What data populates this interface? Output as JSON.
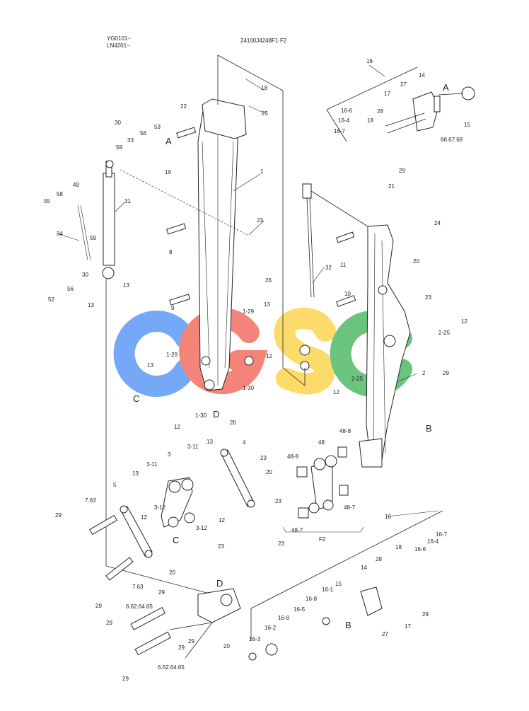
{
  "header": {
    "serial_line1": "YG0101~",
    "serial_line2": "LN4201~",
    "drawing_number": "24100J4248F1·F2"
  },
  "watermark": {
    "letters": [
      "C",
      "G",
      "S",
      "C"
    ],
    "colors": [
      "#6aa2f7",
      "#f47a6f",
      "#fcd85e",
      "#5fbf72"
    ]
  },
  "callouts": {
    "A": "A",
    "B": "B",
    "C": "C",
    "D": "D",
    "F2": "F2"
  },
  "labels": [
    {
      "id": "p16_top",
      "text": "16"
    },
    {
      "id": "p14_top",
      "text": "14"
    },
    {
      "id": "p27_top",
      "text": "27"
    },
    {
      "id": "p17_top",
      "text": "17"
    },
    {
      "id": "p28_top",
      "text": "28"
    },
    {
      "id": "p18_top",
      "text": "18"
    },
    {
      "id": "p16_6_top",
      "text": "16-6"
    },
    {
      "id": "p16_4_top",
      "text": "16-4"
    },
    {
      "id": "p16_7_top",
      "text": "16-7"
    },
    {
      "id": "p15_top",
      "text": "15"
    },
    {
      "id": "p66_top",
      "text": "66.67.68"
    },
    {
      "id": "p29_top",
      "text": "29"
    },
    {
      "id": "p18b",
      "text": "18"
    },
    {
      "id": "p25",
      "text": "25"
    },
    {
      "id": "p22",
      "text": "22"
    },
    {
      "id": "p1",
      "text": "1"
    },
    {
      "id": "p19",
      "text": "19"
    },
    {
      "id": "p23a",
      "text": "23"
    },
    {
      "id": "p8",
      "text": "8"
    },
    {
      "id": "p26",
      "text": "26"
    },
    {
      "id": "p9",
      "text": "9"
    },
    {
      "id": "p1_29a",
      "text": "1-29"
    },
    {
      "id": "p13a",
      "text": "13"
    },
    {
      "id": "p12a",
      "text": "12"
    },
    {
      "id": "p1_30a",
      "text": "1-30"
    },
    {
      "id": "p1_29b",
      "text": "1-29"
    },
    {
      "id": "p13b",
      "text": "13"
    },
    {
      "id": "p12b",
      "text": "12"
    },
    {
      "id": "p1_30b",
      "text": "1-30"
    },
    {
      "id": "p30a",
      "text": "30"
    },
    {
      "id": "p59a",
      "text": "59"
    },
    {
      "id": "p33",
      "text": "33"
    },
    {
      "id": "p56a",
      "text": "56"
    },
    {
      "id": "p53",
      "text": "53"
    },
    {
      "id": "p49",
      "text": "49"
    },
    {
      "id": "p58",
      "text": "58"
    },
    {
      "id": "p55",
      "text": "55"
    },
    {
      "id": "p31",
      "text": "31"
    },
    {
      "id": "p34",
      "text": "34"
    },
    {
      "id": "p59b",
      "text": "59"
    },
    {
      "id": "p30b",
      "text": "30"
    },
    {
      "id": "p52",
      "text": "52"
    },
    {
      "id": "p56b",
      "text": "56"
    },
    {
      "id": "p13c",
      "text": "13"
    },
    {
      "id": "p13d",
      "text": "13"
    },
    {
      "id": "p21",
      "text": "21"
    },
    {
      "id": "p24",
      "text": "24"
    },
    {
      "id": "p11",
      "text": "11"
    },
    {
      "id": "p32",
      "text": "32"
    },
    {
      "id": "p20a",
      "text": "20"
    },
    {
      "id": "p10",
      "text": "10"
    },
    {
      "id": "p23b",
      "text": "23"
    },
    {
      "id": "p12c",
      "text": "12"
    },
    {
      "id": "p2_25a",
      "text": "2-25"
    },
    {
      "id": "p29b",
      "text": "29"
    },
    {
      "id": "p2_25b",
      "text": "2-25"
    },
    {
      "id": "p2",
      "text": "2"
    },
    {
      "id": "p12d",
      "text": "12"
    },
    {
      "id": "p20b",
      "text": "20"
    },
    {
      "id": "p13e",
      "text": "13"
    },
    {
      "id": "p4",
      "text": "4"
    },
    {
      "id": "p3_11a",
      "text": "3-11"
    },
    {
      "id": "p3",
      "text": "3"
    },
    {
      "id": "p23c",
      "text": "23"
    },
    {
      "id": "p20c",
      "text": "20"
    },
    {
      "id": "p48_8a",
      "text": "48-8"
    },
    {
      "id": "p48",
      "text": "48"
    },
    {
      "id": "p48_8b",
      "text": "48-8"
    },
    {
      "id": "p3_11b",
      "text": "3-11"
    },
    {
      "id": "p13f",
      "text": "13"
    },
    {
      "id": "p5",
      "text": "5"
    },
    {
      "id": "p23d",
      "text": "23"
    },
    {
      "id": "p48_7a",
      "text": "48-7"
    },
    {
      "id": "p48_7b",
      "text": "48-7"
    },
    {
      "id": "p7_63a",
      "text": "7.63"
    },
    {
      "id": "p29c",
      "text": "29"
    },
    {
      "id": "p12e",
      "text": "12"
    },
    {
      "id": "p3_12a",
      "text": "3-12"
    },
    {
      "id": "p3_12b",
      "text": "3-12"
    },
    {
      "id": "p12f",
      "text": "12"
    },
    {
      "id": "p16_bot",
      "text": "16"
    },
    {
      "id": "p16_7_bot",
      "text": "16-7"
    },
    {
      "id": "p16_4_bot",
      "text": "16-4"
    },
    {
      "id": "p16_6_bot",
      "text": "16-6"
    },
    {
      "id": "p23e",
      "text": "23"
    },
    {
      "id": "p23f",
      "text": "23"
    },
    {
      "id": "p18_bot",
      "text": "18"
    },
    {
      "id": "p28_bot",
      "text": "28"
    },
    {
      "id": "p7_63b",
      "text": "7.63"
    },
    {
      "id": "p20d",
      "text": "20"
    },
    {
      "id": "p14_bot",
      "text": "14"
    },
    {
      "id": "p29d",
      "text": "29"
    },
    {
      "id": "p29e",
      "text": "29"
    },
    {
      "id": "p15_bot",
      "text": "15"
    },
    {
      "id": "p16_1",
      "text": "16-1"
    },
    {
      "id": "p16_8a",
      "text": "16-8"
    },
    {
      "id": "p16_5",
      "text": "16-5"
    },
    {
      "id": "p16_8b",
      "text": "16-8"
    },
    {
      "id": "p16_2",
      "text": "16-2"
    },
    {
      "id": "p16_3",
      "text": "16-3"
    },
    {
      "id": "p6a",
      "text": "6.62.64.65"
    },
    {
      "id": "p29f",
      "text": "29"
    },
    {
      "id": "p29g",
      "text": "29"
    },
    {
      "id": "p29h",
      "text": "29"
    },
    {
      "id": "p20e",
      "text": "20"
    },
    {
      "id": "p17_bot",
      "text": "17"
    },
    {
      "id": "p27_bot",
      "text": "27"
    },
    {
      "id": "p29i",
      "text": "29"
    },
    {
      "id": "p6b",
      "text": "6.62.64.65"
    },
    {
      "id": "p29j",
      "text": "29"
    }
  ]
}
